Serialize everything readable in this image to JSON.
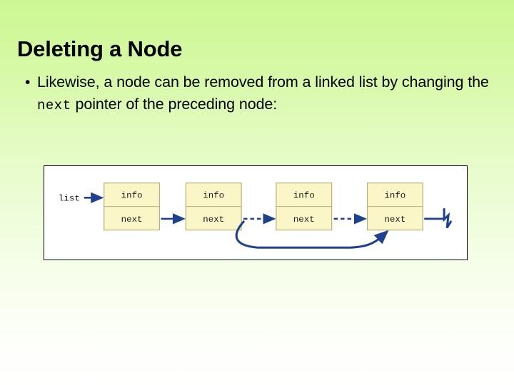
{
  "slide": {
    "title": "Deleting a Node",
    "background_top_color": "#cdf794",
    "background_bottom_color": "#ffffff",
    "bullets": [
      {
        "marker": "•",
        "text_before": "Likewise, a node can be removed from a linked list by changing the ",
        "code": "next",
        "text_after": " pointer of the preceding node:"
      }
    ]
  },
  "diagram": {
    "name": "linked-list-node-deletion",
    "frame_border_color": "#000000",
    "frame_background": "#ffffff",
    "node_fill_color": "#faf6c8",
    "node_border_color": "#b9b077",
    "arrow_color": "#1f3f8f",
    "pointer_label": "list",
    "nodes": [
      {
        "info": "info",
        "next": "next"
      },
      {
        "info": "info",
        "next": "next"
      },
      {
        "info": "info",
        "next": "next"
      },
      {
        "info": "info",
        "next": "next"
      }
    ],
    "edges": [
      {
        "from": "list",
        "to": "node-1",
        "style": "solid"
      },
      {
        "from": "node-1-next",
        "to": "node-2",
        "style": "solid"
      },
      {
        "from": "node-2-next",
        "to": "node-3",
        "style": "dashed"
      },
      {
        "from": "node-3-next",
        "to": "node-4",
        "style": "dashed"
      },
      {
        "from": "node-2-next",
        "to": "node-4",
        "style": "curved-solid"
      },
      {
        "from": "node-4-next",
        "to": "null-terminator",
        "style": "solid"
      }
    ],
    "terminator": "null-ground-symbol"
  }
}
